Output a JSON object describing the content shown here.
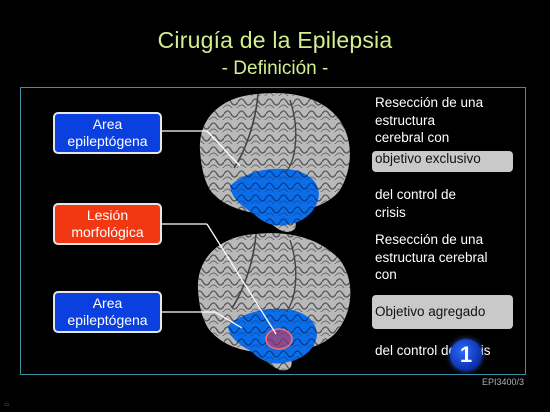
{
  "slide": {
    "title": "Cirugía de la Epilepsia",
    "subtitle": "- Definición -",
    "labels": {
      "top": [
        "Area",
        "epileptógena"
      ],
      "middle": [
        "Lesión",
        "morfológica"
      ],
      "bottom": [
        "Area",
        "epileptógena"
      ]
    },
    "right_top": {
      "lines": [
        "Resección de una",
        "estructura",
        "cerebral con"
      ],
      "highlight": "objetivo exclusivo",
      "tail": [
        "del control de",
        "crisis"
      ]
    },
    "right_bottom": {
      "lines": [
        "Resección de una",
        "estructura cerebral",
        "con"
      ],
      "highlight": "Objetivo agregado",
      "tail": "del control de crisis"
    },
    "code": "EPI3400/3",
    "logo_text": "1"
  },
  "colors": {
    "title": "#d4ee8e",
    "blue_box": "#0a3fe0",
    "red_box": "#f23812",
    "brain_gray": "#b9b9b9",
    "temporal_blue": "#0b6ee8",
    "lesion_red": "#e8344a",
    "frame": "#3a8fa6"
  }
}
